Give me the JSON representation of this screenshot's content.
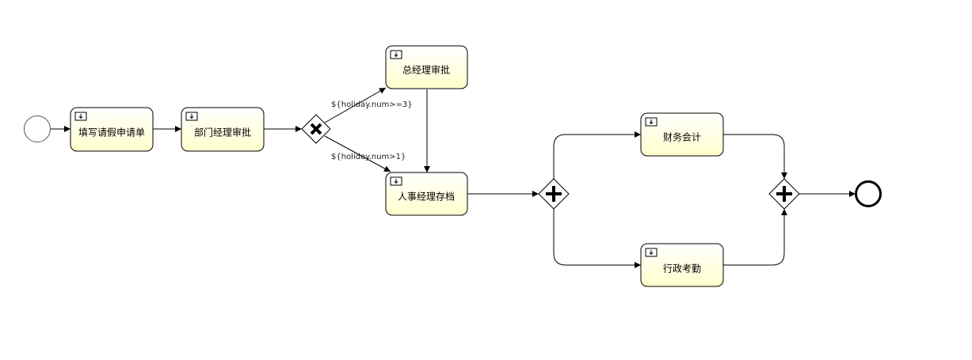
{
  "colors": {
    "task_fill_top": "#ffffff",
    "task_fill_bottom": "#ffffcc",
    "stroke": "#000000",
    "gateway_fill": "#ffffff"
  },
  "tasks": [
    {
      "id": "t1",
      "label": "填写请假申请单",
      "icon": "user-task-icon"
    },
    {
      "id": "t2",
      "label": "部门经理审批",
      "icon": "user-task-icon"
    },
    {
      "id": "t3",
      "label": "总经理审批",
      "icon": "user-task-icon"
    },
    {
      "id": "t4",
      "label": "人事经理存档",
      "icon": "user-task-icon"
    },
    {
      "id": "t5",
      "label": "财务会计",
      "icon": "user-task-icon"
    },
    {
      "id": "t6",
      "label": "行政考勤",
      "icon": "user-task-icon"
    }
  ],
  "gateways": [
    {
      "id": "g1",
      "type": "exclusive",
      "icon": "exclusive-gateway-x-icon"
    },
    {
      "id": "g2",
      "type": "parallel",
      "icon": "parallel-gateway-plus-icon"
    },
    {
      "id": "g3",
      "type": "parallel",
      "icon": "parallel-gateway-plus-icon"
    }
  ],
  "events": [
    {
      "id": "start",
      "type": "start"
    },
    {
      "id": "end",
      "type": "end"
    }
  ],
  "conditions": {
    "to_general_manager": "${holiday.num>=3}",
    "to_hr_manager": "${holiday.num>1}"
  }
}
